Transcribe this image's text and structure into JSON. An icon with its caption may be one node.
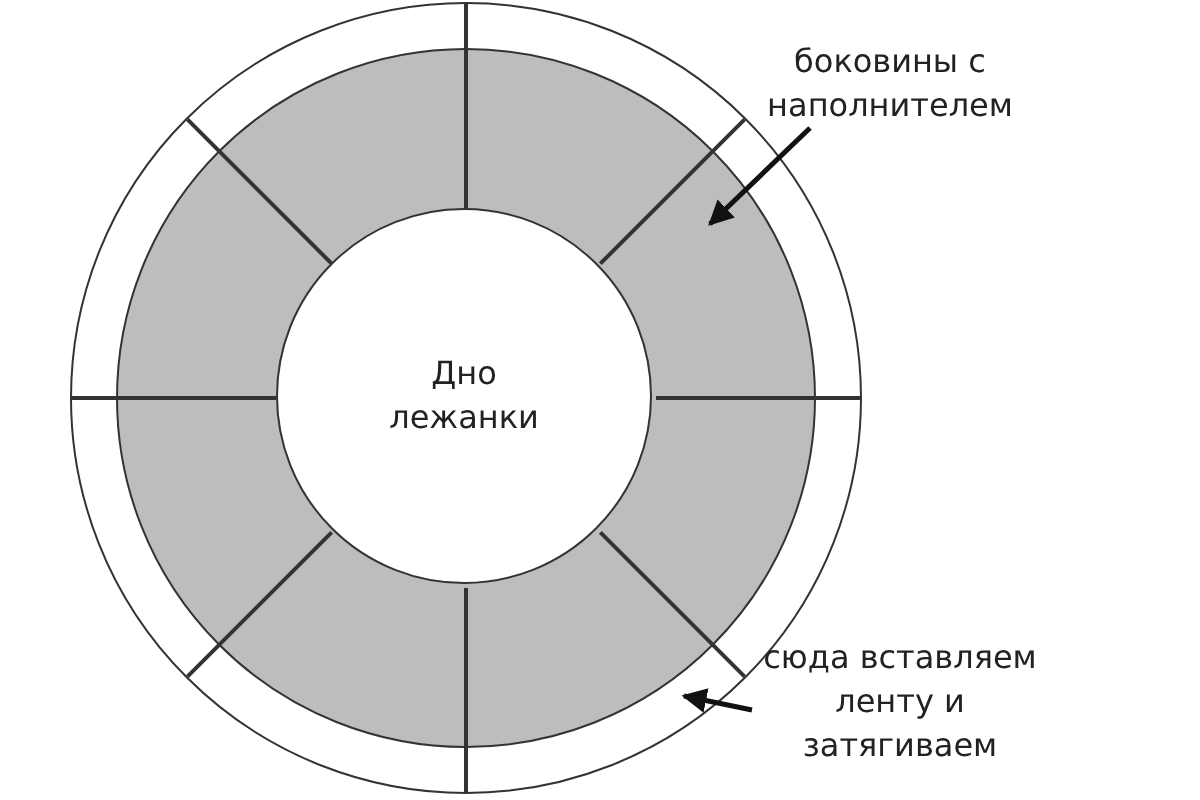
{
  "diagram": {
    "nodes": [
      {
        "text": [
          "Дно лежанки"
        ],
        "in": 2
      },
      {
        "text": [
          "боковины с наполнителем"
        ]
      },
      {
        "text": [],
        "shape": "ring",
        "in": 4
      },
      {
        "text": [
          "сюда вставляем ленту и затягиваем"
        ]
      },
      {
        "text": [],
        "shape": "ring"
      }
    ],
    "edges": [
      {
        "from": 1,
        "to": 2,
        "arrow": "to"
      },
      {
        "from": 3,
        "to": 4,
        "arrow": "to"
      }
    ]
  }
}
